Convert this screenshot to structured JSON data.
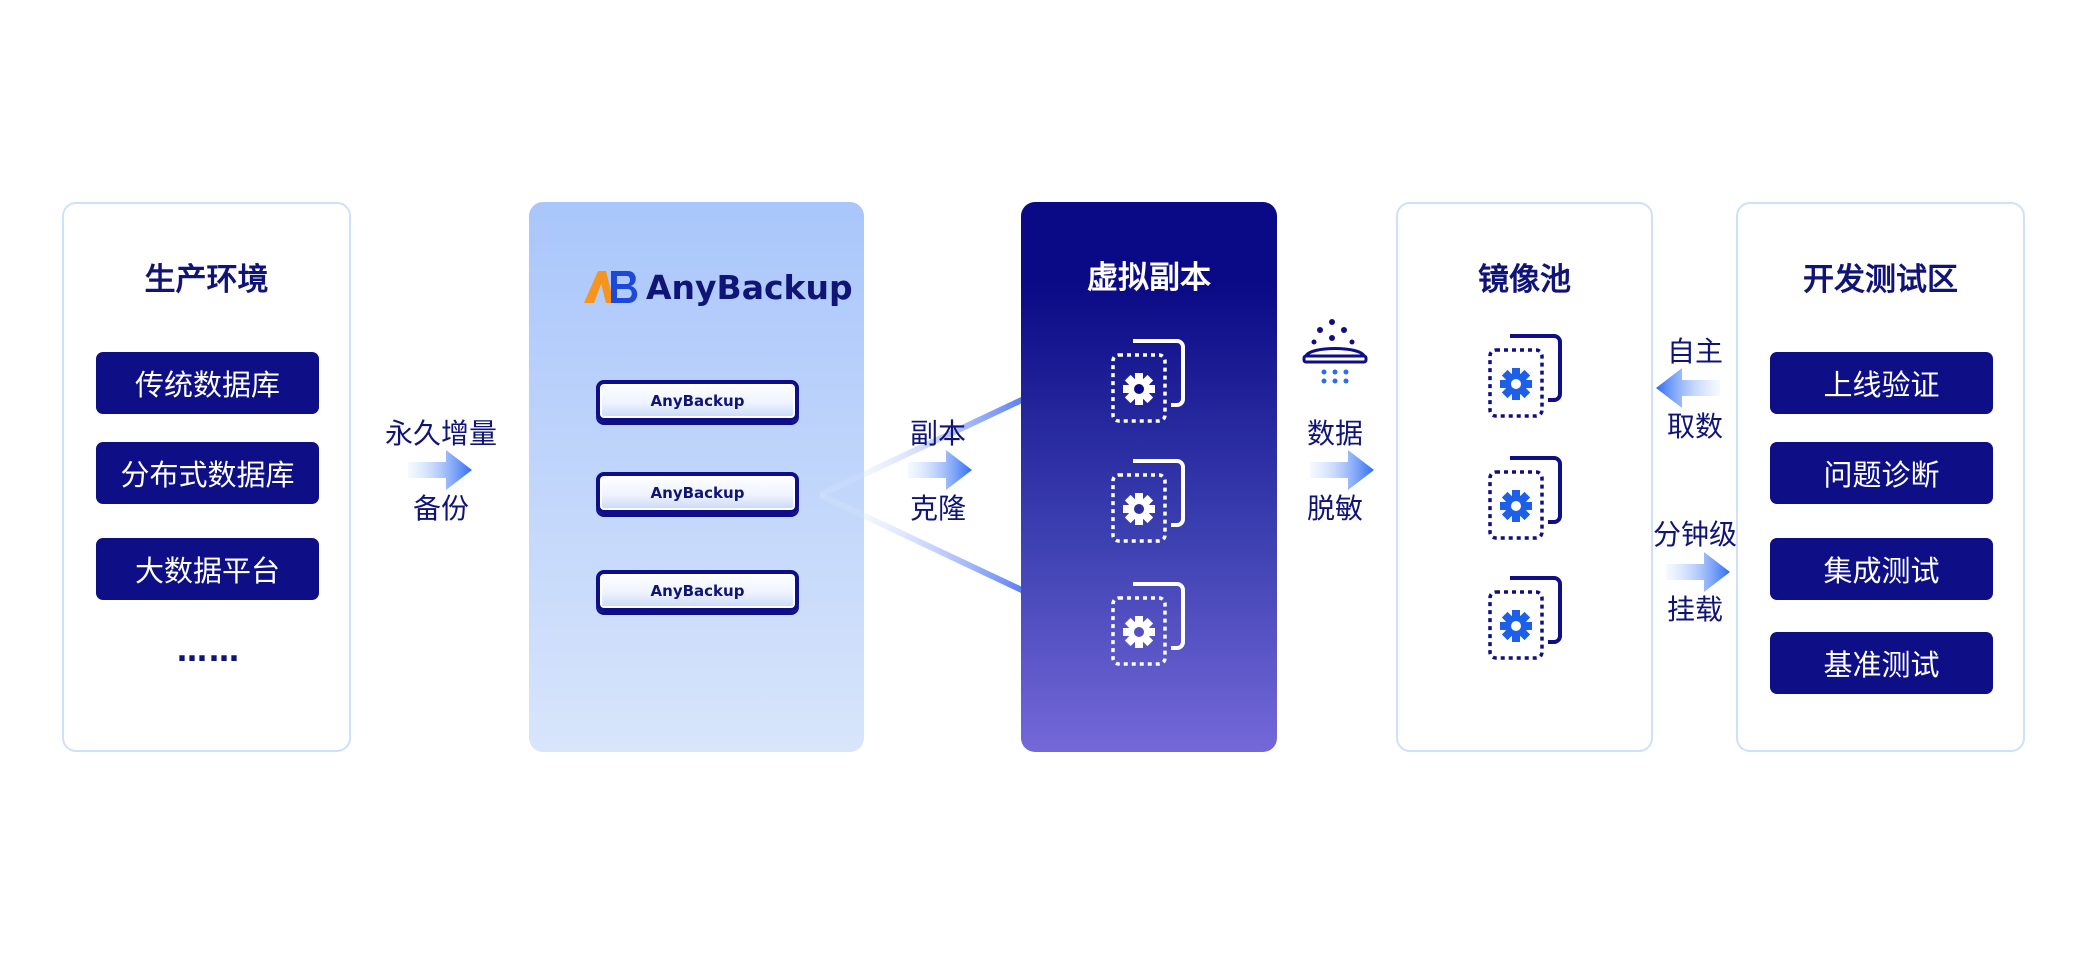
{
  "production": {
    "title": "生产环境",
    "items": [
      "传统数据库",
      "分布式数据库",
      "大数据平台"
    ],
    "more": "……"
  },
  "flow1": {
    "line1": "永久增量",
    "line2": "备份"
  },
  "anybackup": {
    "logo_text": "AnyBackup",
    "servers": [
      "AnyBackup",
      "AnyBackup",
      "AnyBackup"
    ]
  },
  "flow2": {
    "line1": "副本",
    "line2": "克隆"
  },
  "virtual": {
    "title": "虚拟副本"
  },
  "flow3": {
    "line1": "数据",
    "line2": "脱敏"
  },
  "mirror": {
    "title": "镜像池"
  },
  "flow4": {
    "line1": "自主",
    "line2": "取数"
  },
  "flow5": {
    "line1": "分钟级",
    "line2": "挂载"
  },
  "devtest": {
    "title": "开发测试区",
    "items": [
      "上线验证",
      "问题诊断",
      "集成测试",
      "基准测试"
    ]
  },
  "colors": {
    "navy": "#0e0f86",
    "light_blue": "#aac8fb",
    "arrow_blue": "#2f6bf0",
    "orange": "#f7941d",
    "icon_blue": "#1d5fe6"
  }
}
